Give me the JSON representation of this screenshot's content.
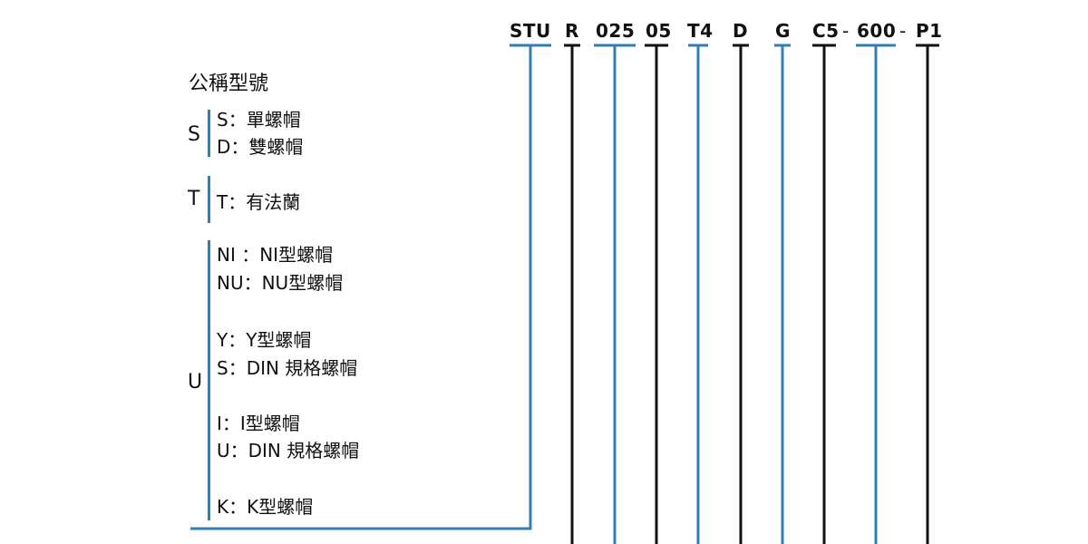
{
  "colors": {
    "blue": "#2f7fb6",
    "black": "#111111"
  },
  "code_parts": [
    {
      "text": "STU",
      "color": "blue"
    },
    {
      "text": "R",
      "color": "black"
    },
    {
      "text": "025",
      "color": "blue"
    },
    {
      "text": "05",
      "color": "black"
    },
    {
      "text": "T4",
      "color": "blue"
    },
    {
      "text": "D",
      "color": "black"
    },
    {
      "text": "G",
      "color": "blue"
    },
    {
      "text": "C5",
      "color": "black"
    },
    {
      "text": "600",
      "color": "blue"
    },
    {
      "text": "P1",
      "color": "black"
    }
  ],
  "separators": [
    "-",
    "-"
  ],
  "title": "公稱型號",
  "groups": [
    {
      "letter": "S",
      "items": [
        "S：單螺帽",
        "D：雙螺帽"
      ]
    },
    {
      "letter": "T",
      "items": [
        "T：有法蘭"
      ]
    },
    {
      "letter": "U",
      "items": [
        "NI ：NI型螺帽",
        "NU：NU型螺帽",
        "Y：Y型螺帽",
        "S：DIN 規格螺帽",
        "I：I型螺帽",
        "U：DIN 規格螺帽",
        "K：K型螺帽"
      ]
    }
  ]
}
